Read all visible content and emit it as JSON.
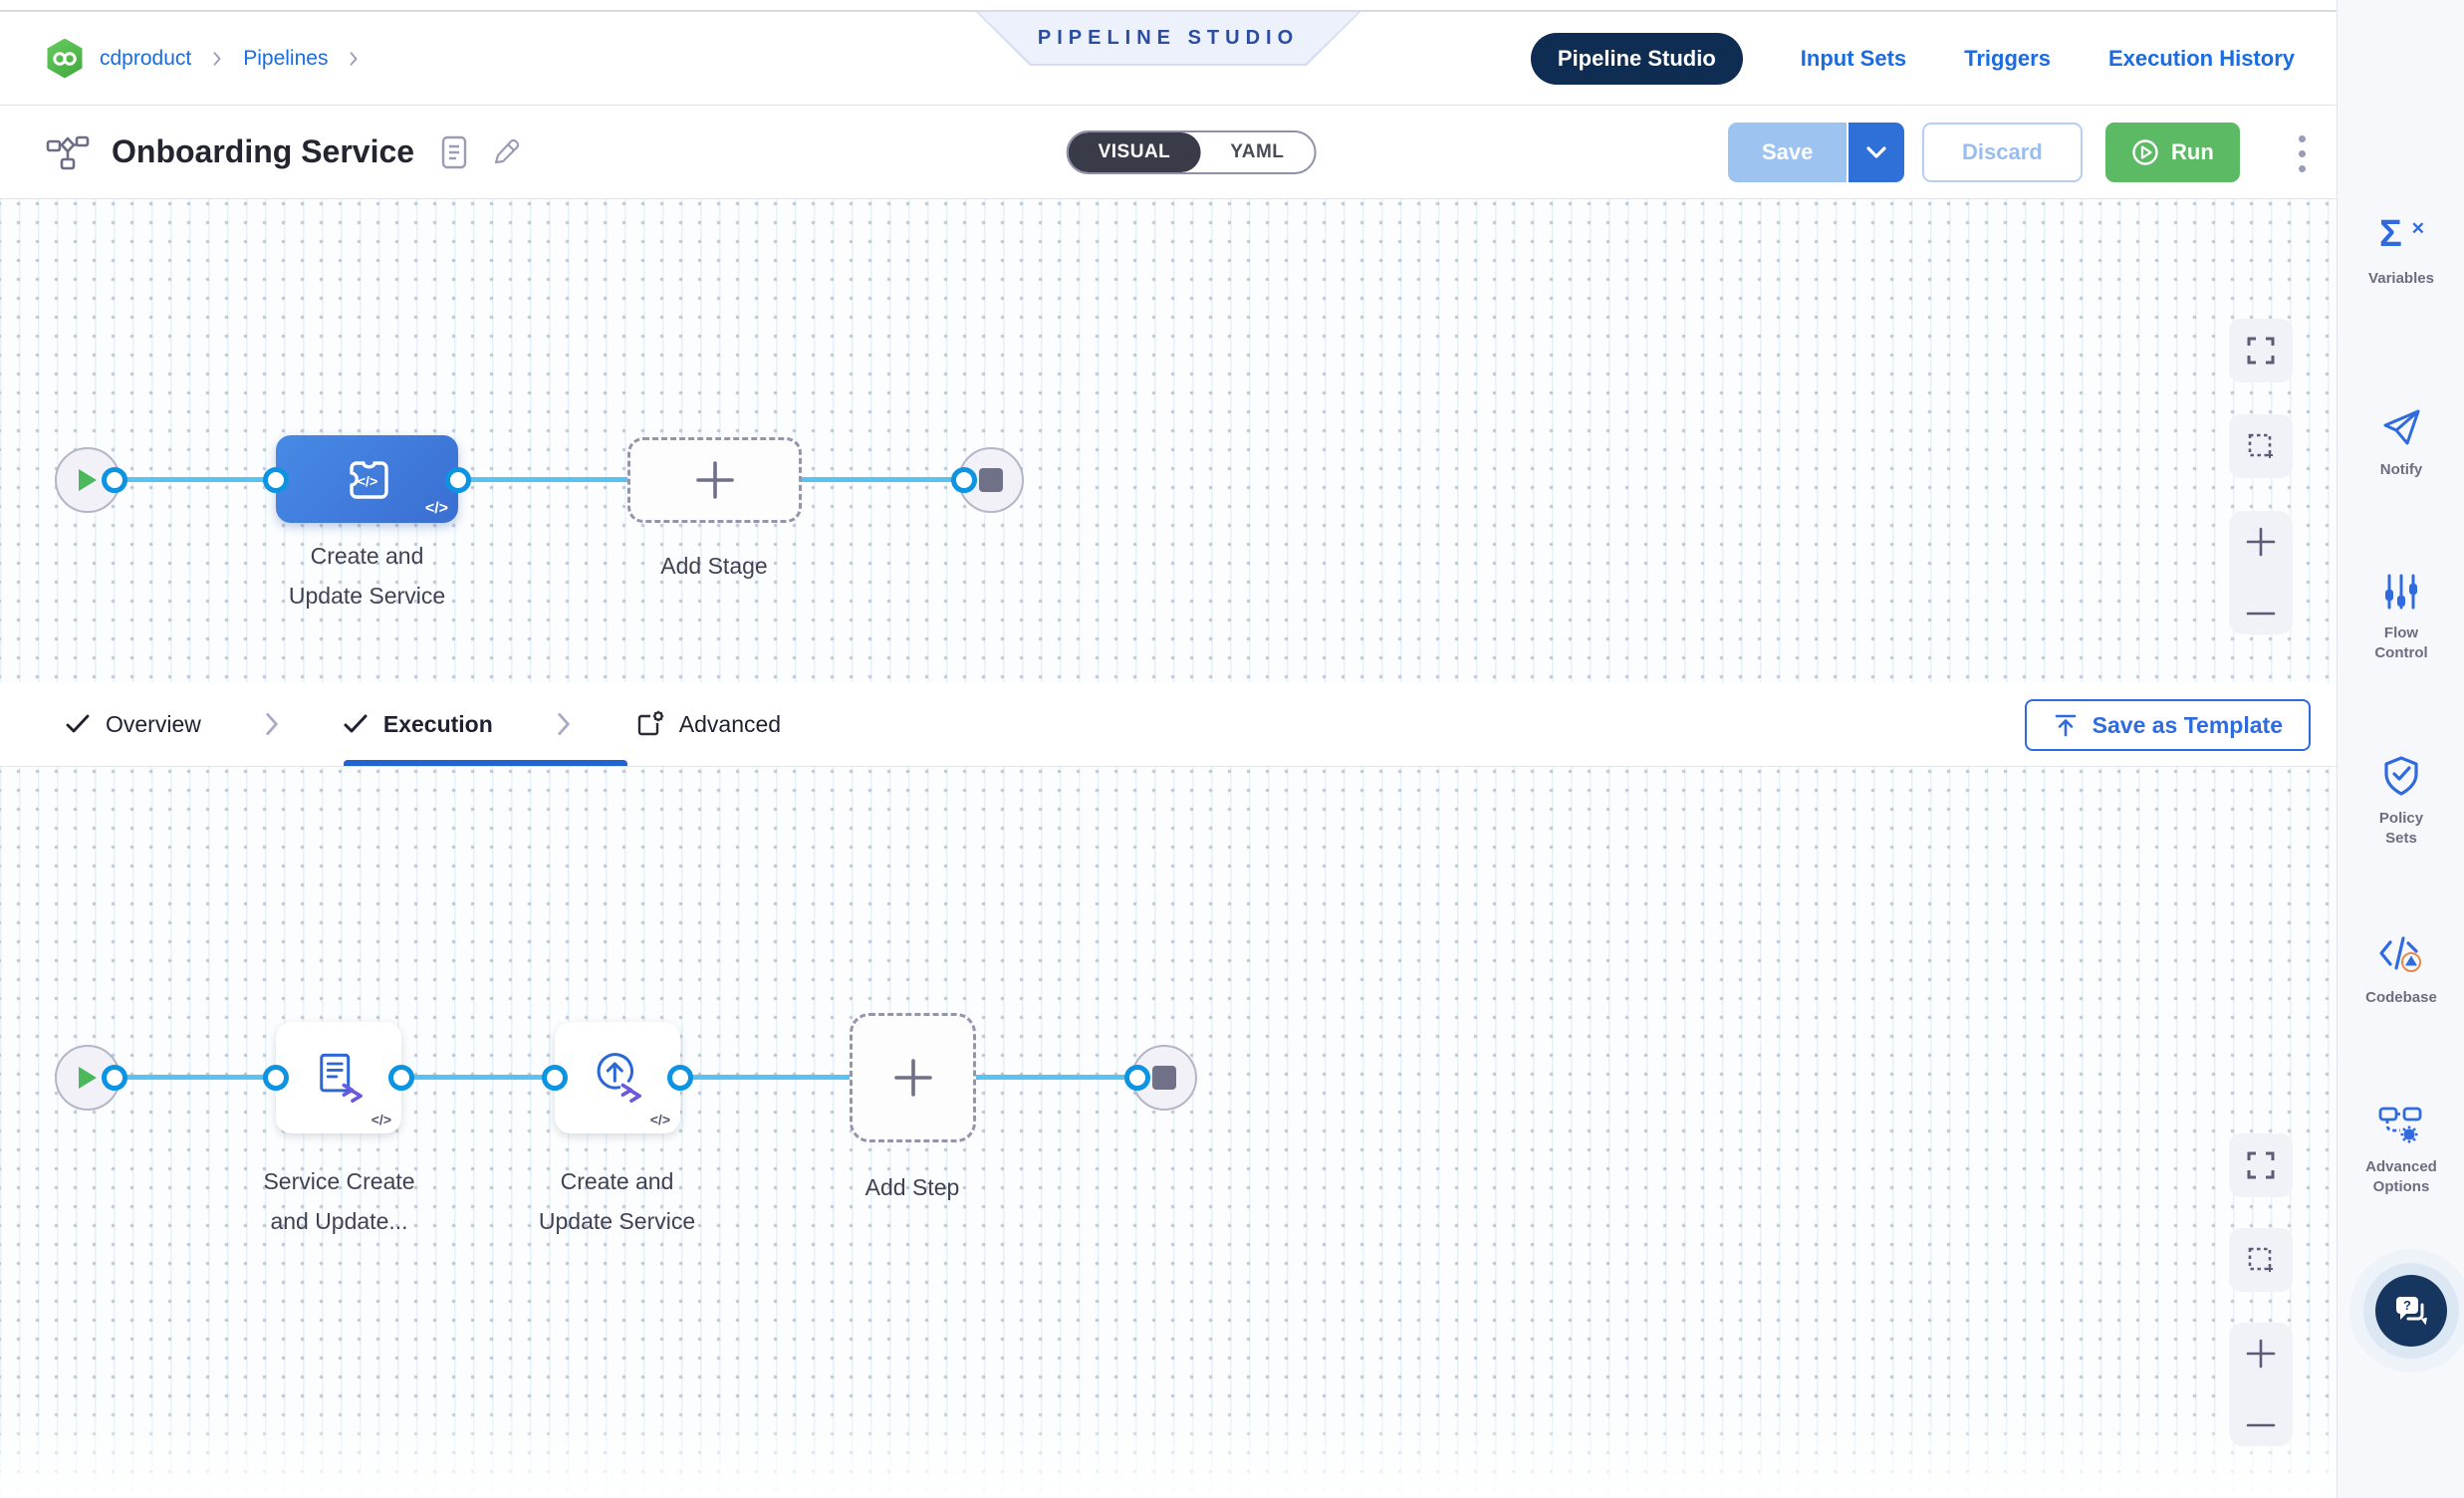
{
  "breadcrumb": {
    "module_icon": "harness-cd-module-icon",
    "items": [
      {
        "label": "cdproduct"
      },
      {
        "label": "Pipelines"
      }
    ]
  },
  "studio_banner": {
    "label": "PIPELINE STUDIO"
  },
  "top_nav": {
    "tabs": [
      {
        "label": "Pipeline Studio",
        "active": true
      },
      {
        "label": "Input Sets",
        "active": false
      },
      {
        "label": "Triggers",
        "active": false
      },
      {
        "label": "Execution History",
        "active": false
      }
    ]
  },
  "header": {
    "title": "Onboarding Service",
    "view_toggle": {
      "visual": "VISUAL",
      "yaml": "YAML",
      "selected": "VISUAL"
    },
    "save_label": "Save",
    "discard_label": "Discard",
    "run_label": "Run"
  },
  "stage_canvas": {
    "stage": {
      "label": "Create and Update Service",
      "icon": "custom-stage-icon"
    },
    "add_stage_label": "Add Stage"
  },
  "pipeline_tabs": {
    "overview": "Overview",
    "execution": "Execution",
    "advanced": "Advanced",
    "selected": "Execution",
    "save_as_template": "Save as Template"
  },
  "step_canvas": {
    "steps": [
      {
        "label": "Service Create and Update...",
        "icon": "terraform-doc-step-icon"
      },
      {
        "label": "Create and Update Service",
        "icon": "terraform-apply-step-icon"
      }
    ],
    "add_step_label": "Add Step"
  },
  "right_sidebar": {
    "items": [
      {
        "label": "Variables",
        "icon": "sigma-x-icon"
      },
      {
        "label": "Notify",
        "icon": "paper-plane-icon"
      },
      {
        "label": "Flow Control",
        "icon": "sliders-icon"
      },
      {
        "label": "Policy Sets",
        "icon": "shield-check-icon"
      },
      {
        "label": "Codebase",
        "icon": "code-warning-icon"
      },
      {
        "label": "Advanced Options",
        "icon": "pipeline-gear-icon"
      }
    ],
    "help_icon": "chat-help-icon"
  },
  "glyphs": {
    "code_badge": "</>"
  },
  "colors": {
    "primary_blue": "#2f6bde",
    "link_blue": "#1b6ce0",
    "nav_pill_navy": "#0f2d52",
    "run_green": "#5cba64",
    "stage_node_blue": "#4384e4",
    "edge_blue": "#58c3f1",
    "port_ring_blue": "#0c93e2",
    "banner_text": "#2b4da0",
    "terraform_purple": "#6a58dd",
    "warning_orange": "#e8894a"
  }
}
